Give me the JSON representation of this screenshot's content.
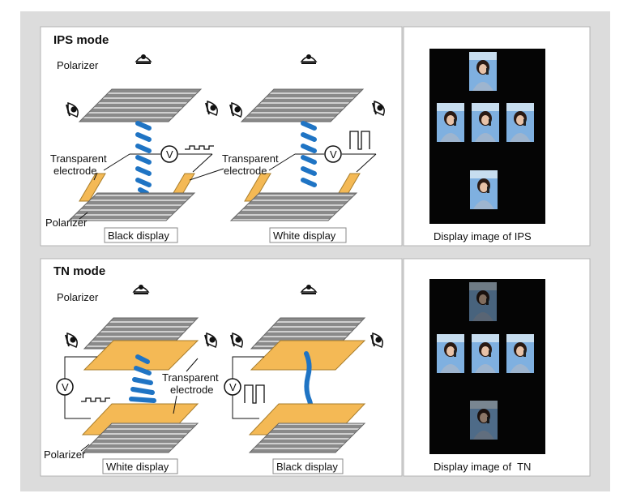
{
  "colors": {
    "background": "#dcdcdc",
    "panel": "#ffffff",
    "polarizer": "#8a8a8a",
    "electrode": "#f4b955",
    "liquid_crystal": "#1f74c4",
    "photo_background": "#050505"
  },
  "ips": {
    "title": "IPS mode",
    "polarizer_top_label": "Polarizer",
    "polarizer_bottom_label": "Polarizer",
    "electrode_label_left": "Transparent\nelectrode",
    "electrode_label_right": "Transparent\nelectrode",
    "voltmeter_symbol": "V",
    "left_caption": "Black display",
    "right_caption": "White display",
    "image_caption": "Display image of IPS",
    "eye_icons": [
      "eye-top-icon",
      "eye-side-icon"
    ],
    "photo_icons": [
      "woman-phone-photo"
    ]
  },
  "tn": {
    "title": "TN mode",
    "polarizer_top_label": "Polarizer",
    "polarizer_bottom_label": "Polarizer",
    "electrode_label": "Transparent\nelectrode",
    "voltmeter_symbol": "V",
    "left_caption": "White display",
    "right_caption": "Black display",
    "image_caption": "Display image of  TN",
    "eye_icons": [
      "eye-top-icon",
      "eye-side-icon"
    ],
    "photo_icons": [
      "woman-phone-photo"
    ]
  }
}
